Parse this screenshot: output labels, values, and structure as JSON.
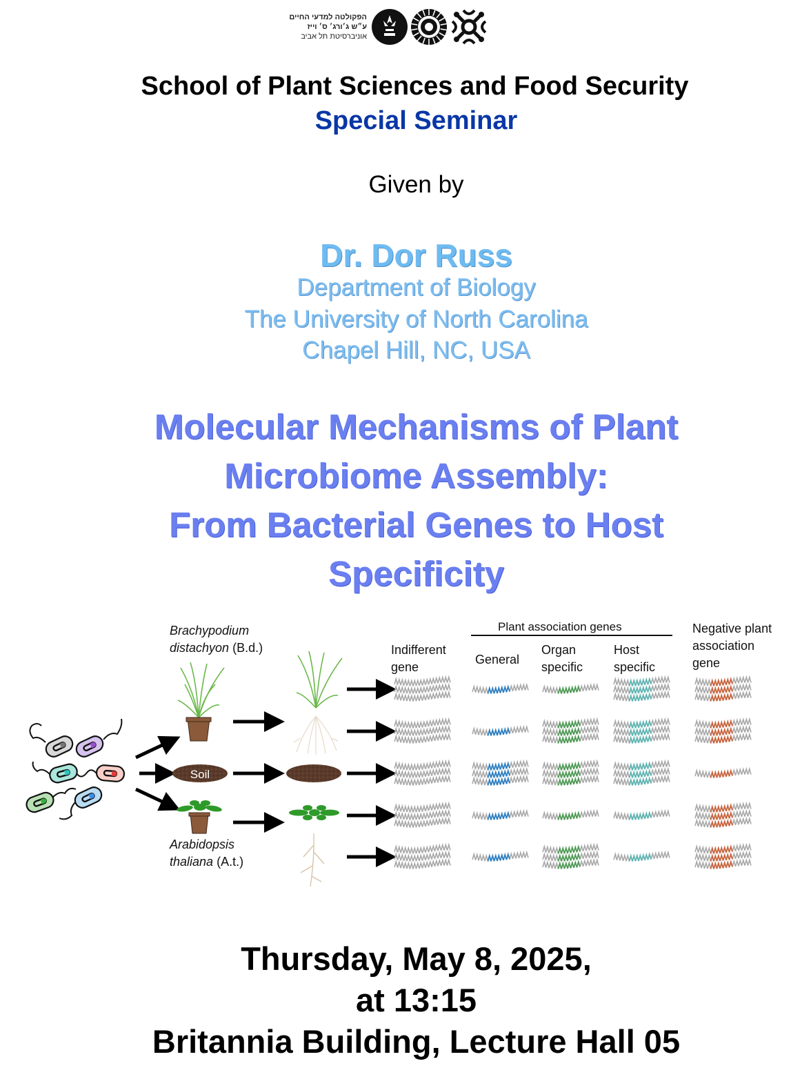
{
  "header": {
    "logo_text_lines": [
      "הפקולטה למדעי החיים",
      "ע״ש ג׳ורג׳ ס׳ וייז",
      "אוניברסיטת תל אביב"
    ],
    "logos": [
      "tel-aviv-university-emblem",
      "sunburst-emblem",
      "dna-lattice-emblem"
    ]
  },
  "event": {
    "organizer": "School of Plant Sciences and Food Security",
    "type": "Special Seminar",
    "given_by_label": "Given by"
  },
  "speaker": {
    "name": "Dr. Dor Russ",
    "department": "Department of Biology",
    "university": "The University of North Carolina",
    "location": "Chapel Hill, NC, USA"
  },
  "talk": {
    "title_lines": [
      "Molecular Mechanisms of Plant",
      "Microbiome Assembly:",
      "From Bacterial Genes to Host",
      "Specificity"
    ]
  },
  "figure": {
    "plant_bd": {
      "genus": "Brachypodium",
      "species": "distachyon",
      "abbr": "(B.d.)"
    },
    "plant_at": {
      "genus": "Arabidopsis",
      "species": "thaliana",
      "abbr": "(A.t.)"
    },
    "soil_label": "Soil",
    "group_header": "Plant association genes",
    "columns": [
      {
        "key": "indifferent",
        "label_lines": [
          "Indifferent",
          "gene"
        ],
        "color": "#9a9a9a"
      },
      {
        "key": "general",
        "label_lines": [
          "General"
        ],
        "color": "#2f7fc0"
      },
      {
        "key": "organ",
        "label_lines": [
          "Organ",
          "specific"
        ],
        "color": "#4f9a55"
      },
      {
        "key": "host",
        "label_lines": [
          "Host",
          "specific"
        ],
        "color": "#5fb3b0"
      },
      {
        "key": "negative",
        "label_lines": [
          "Negative plant",
          "association",
          "gene"
        ],
        "color": "#c8643e"
      }
    ],
    "rows": [
      {
        "compartment": "B.d. shoot",
        "helix_counts": [
          3,
          1,
          1,
          3,
          3
        ]
      },
      {
        "compartment": "B.d. root",
        "helix_counts": [
          3,
          1,
          3,
          3,
          3
        ]
      },
      {
        "compartment": "Soil",
        "helix_counts": [
          3,
          3,
          3,
          3,
          1
        ]
      },
      {
        "compartment": "A.t. shoot",
        "helix_counts": [
          3,
          1,
          1,
          1,
          3
        ]
      },
      {
        "compartment": "A.t. root",
        "helix_counts": [
          3,
          1,
          3,
          1,
          3
        ]
      }
    ],
    "bacteria_colors": [
      "#d8d8d8",
      "#d6c2ee",
      "#a9e6dc",
      "#f8cfc8",
      "#b9e0b5",
      "#b9dcf5"
    ],
    "bacteria_accents": [
      "#777777",
      "#9a4fd0",
      "#27c7c0",
      "#e33a3a",
      "#37b13a",
      "#3a8ee8"
    ]
  },
  "schedule": {
    "date_line": "Thursday, May 8, 2025,",
    "time_line": "at 13:15",
    "venue_line": "Britannia Building, Lecture Hall 05"
  }
}
